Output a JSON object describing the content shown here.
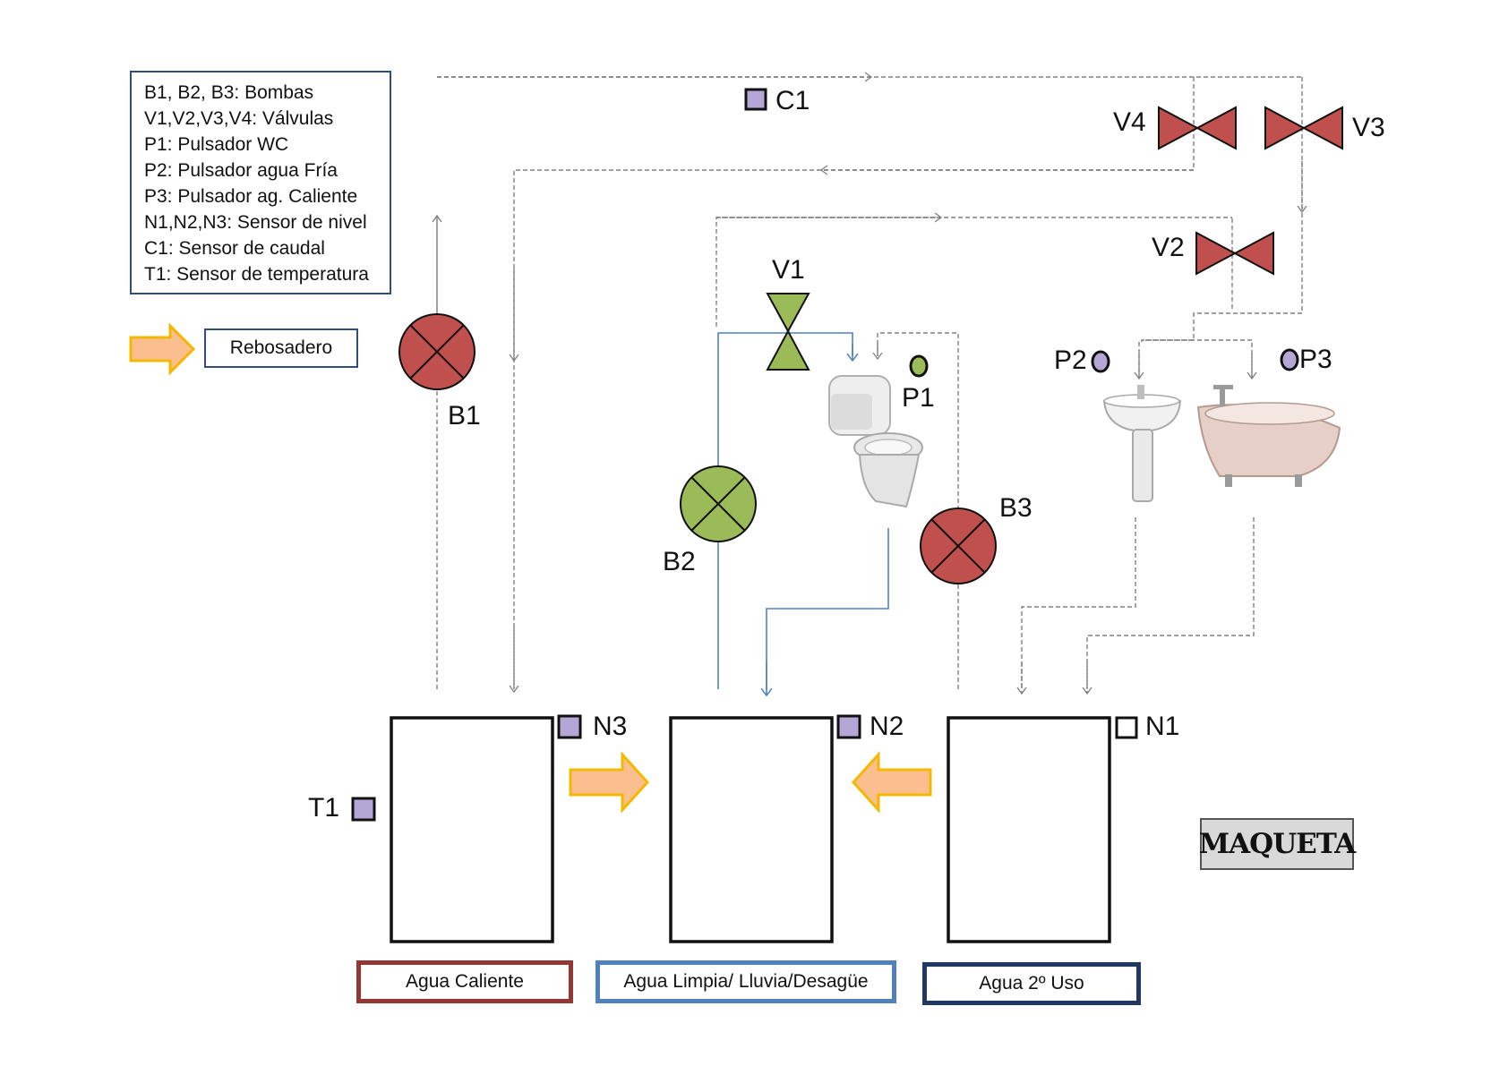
{
  "legend": {
    "lines": [
      "B1, B2, B3: Bombas",
      "V1,V2,V3,V4: Válvulas",
      "P1: Pulsador WC",
      "P2: Pulsador agua Fría",
      "P3: Pulsador ag. Caliente",
      "N1,N2,N3: Sensor de nivel",
      "C1: Sensor de caudal",
      "T1: Sensor de temperatura"
    ],
    "overflow_label": "Rebosadero"
  },
  "labels": {
    "c1": "C1",
    "v4": "V4",
    "v3": "V3",
    "v2": "V2",
    "v1": "V1",
    "b1": "B1",
    "b2": "B2",
    "b3": "B3",
    "p1": "P1",
    "p2": "P2",
    "p3": "P3",
    "n1": "N1",
    "n2": "N2",
    "n3": "N3",
    "t1": "T1"
  },
  "tanks": {
    "hot": "Agua Caliente",
    "clean": "Agua Limpia/ Lluvia/Desagüe",
    "second": "Agua 2º Uso"
  },
  "badge": "MAQUETA",
  "colors": {
    "red": "#c0504d",
    "green": "#9bbb59",
    "sensor": "#b4a7d6",
    "pipe_blue": "#4f81bd",
    "pipe_gray": "#7f7f7f",
    "overflow_fill": "#fbbf8f",
    "overflow_stroke": "#f5b800",
    "hot_border": "#943634",
    "clean_border": "#4f81bd",
    "second_border": "#1f3864"
  }
}
